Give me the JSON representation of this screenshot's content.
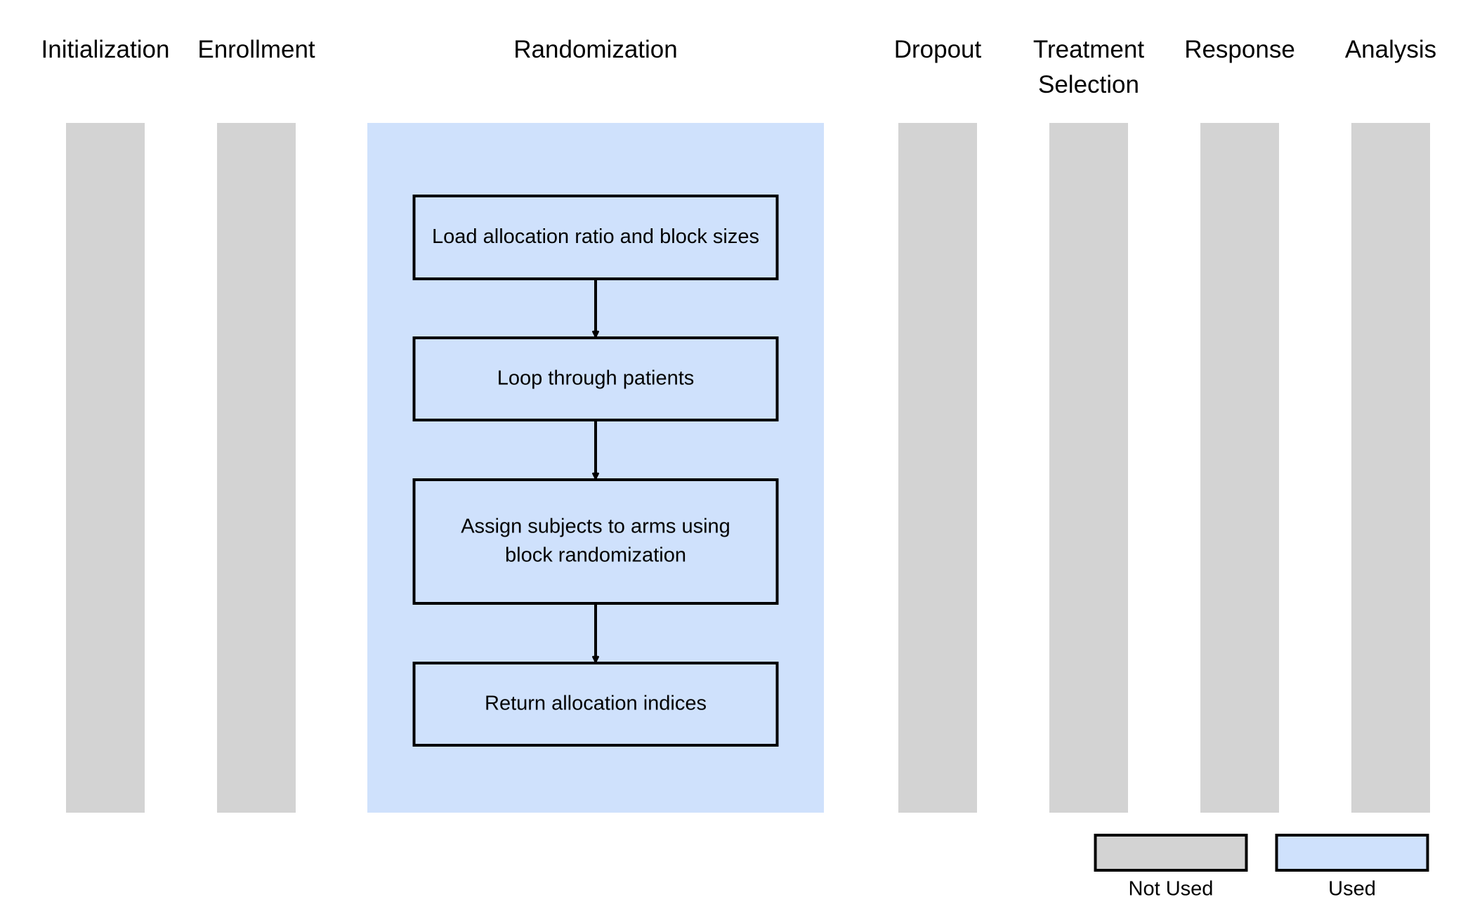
{
  "colors": {
    "not_used": "#d3d3d3",
    "used": "#cfe1fc",
    "stroke": "#000000",
    "background": "#ffffff"
  },
  "stages": [
    {
      "label": [
        "Initialization"
      ],
      "used": false
    },
    {
      "label": [
        "Enrollment"
      ],
      "used": false
    },
    {
      "label": [
        "Randomization"
      ],
      "used": true
    },
    {
      "label": [
        "Dropout"
      ],
      "used": false
    },
    {
      "label": [
        "Treatment",
        "Selection"
      ],
      "used": false
    },
    {
      "label": [
        "Response"
      ],
      "used": false
    },
    {
      "label": [
        "Analysis"
      ],
      "used": false
    }
  ],
  "steps": [
    {
      "text": [
        "Load allocation ratio and block sizes"
      ]
    },
    {
      "text": [
        "Loop through patients"
      ]
    },
    {
      "text": [
        "Assign subjects to arms using",
        "block randomization"
      ]
    },
    {
      "text": [
        "Return allocation indices"
      ]
    }
  ],
  "legend": [
    {
      "label": "Not Used",
      "color_key": "not_used"
    },
    {
      "label": "Used",
      "color_key": "used"
    }
  ]
}
